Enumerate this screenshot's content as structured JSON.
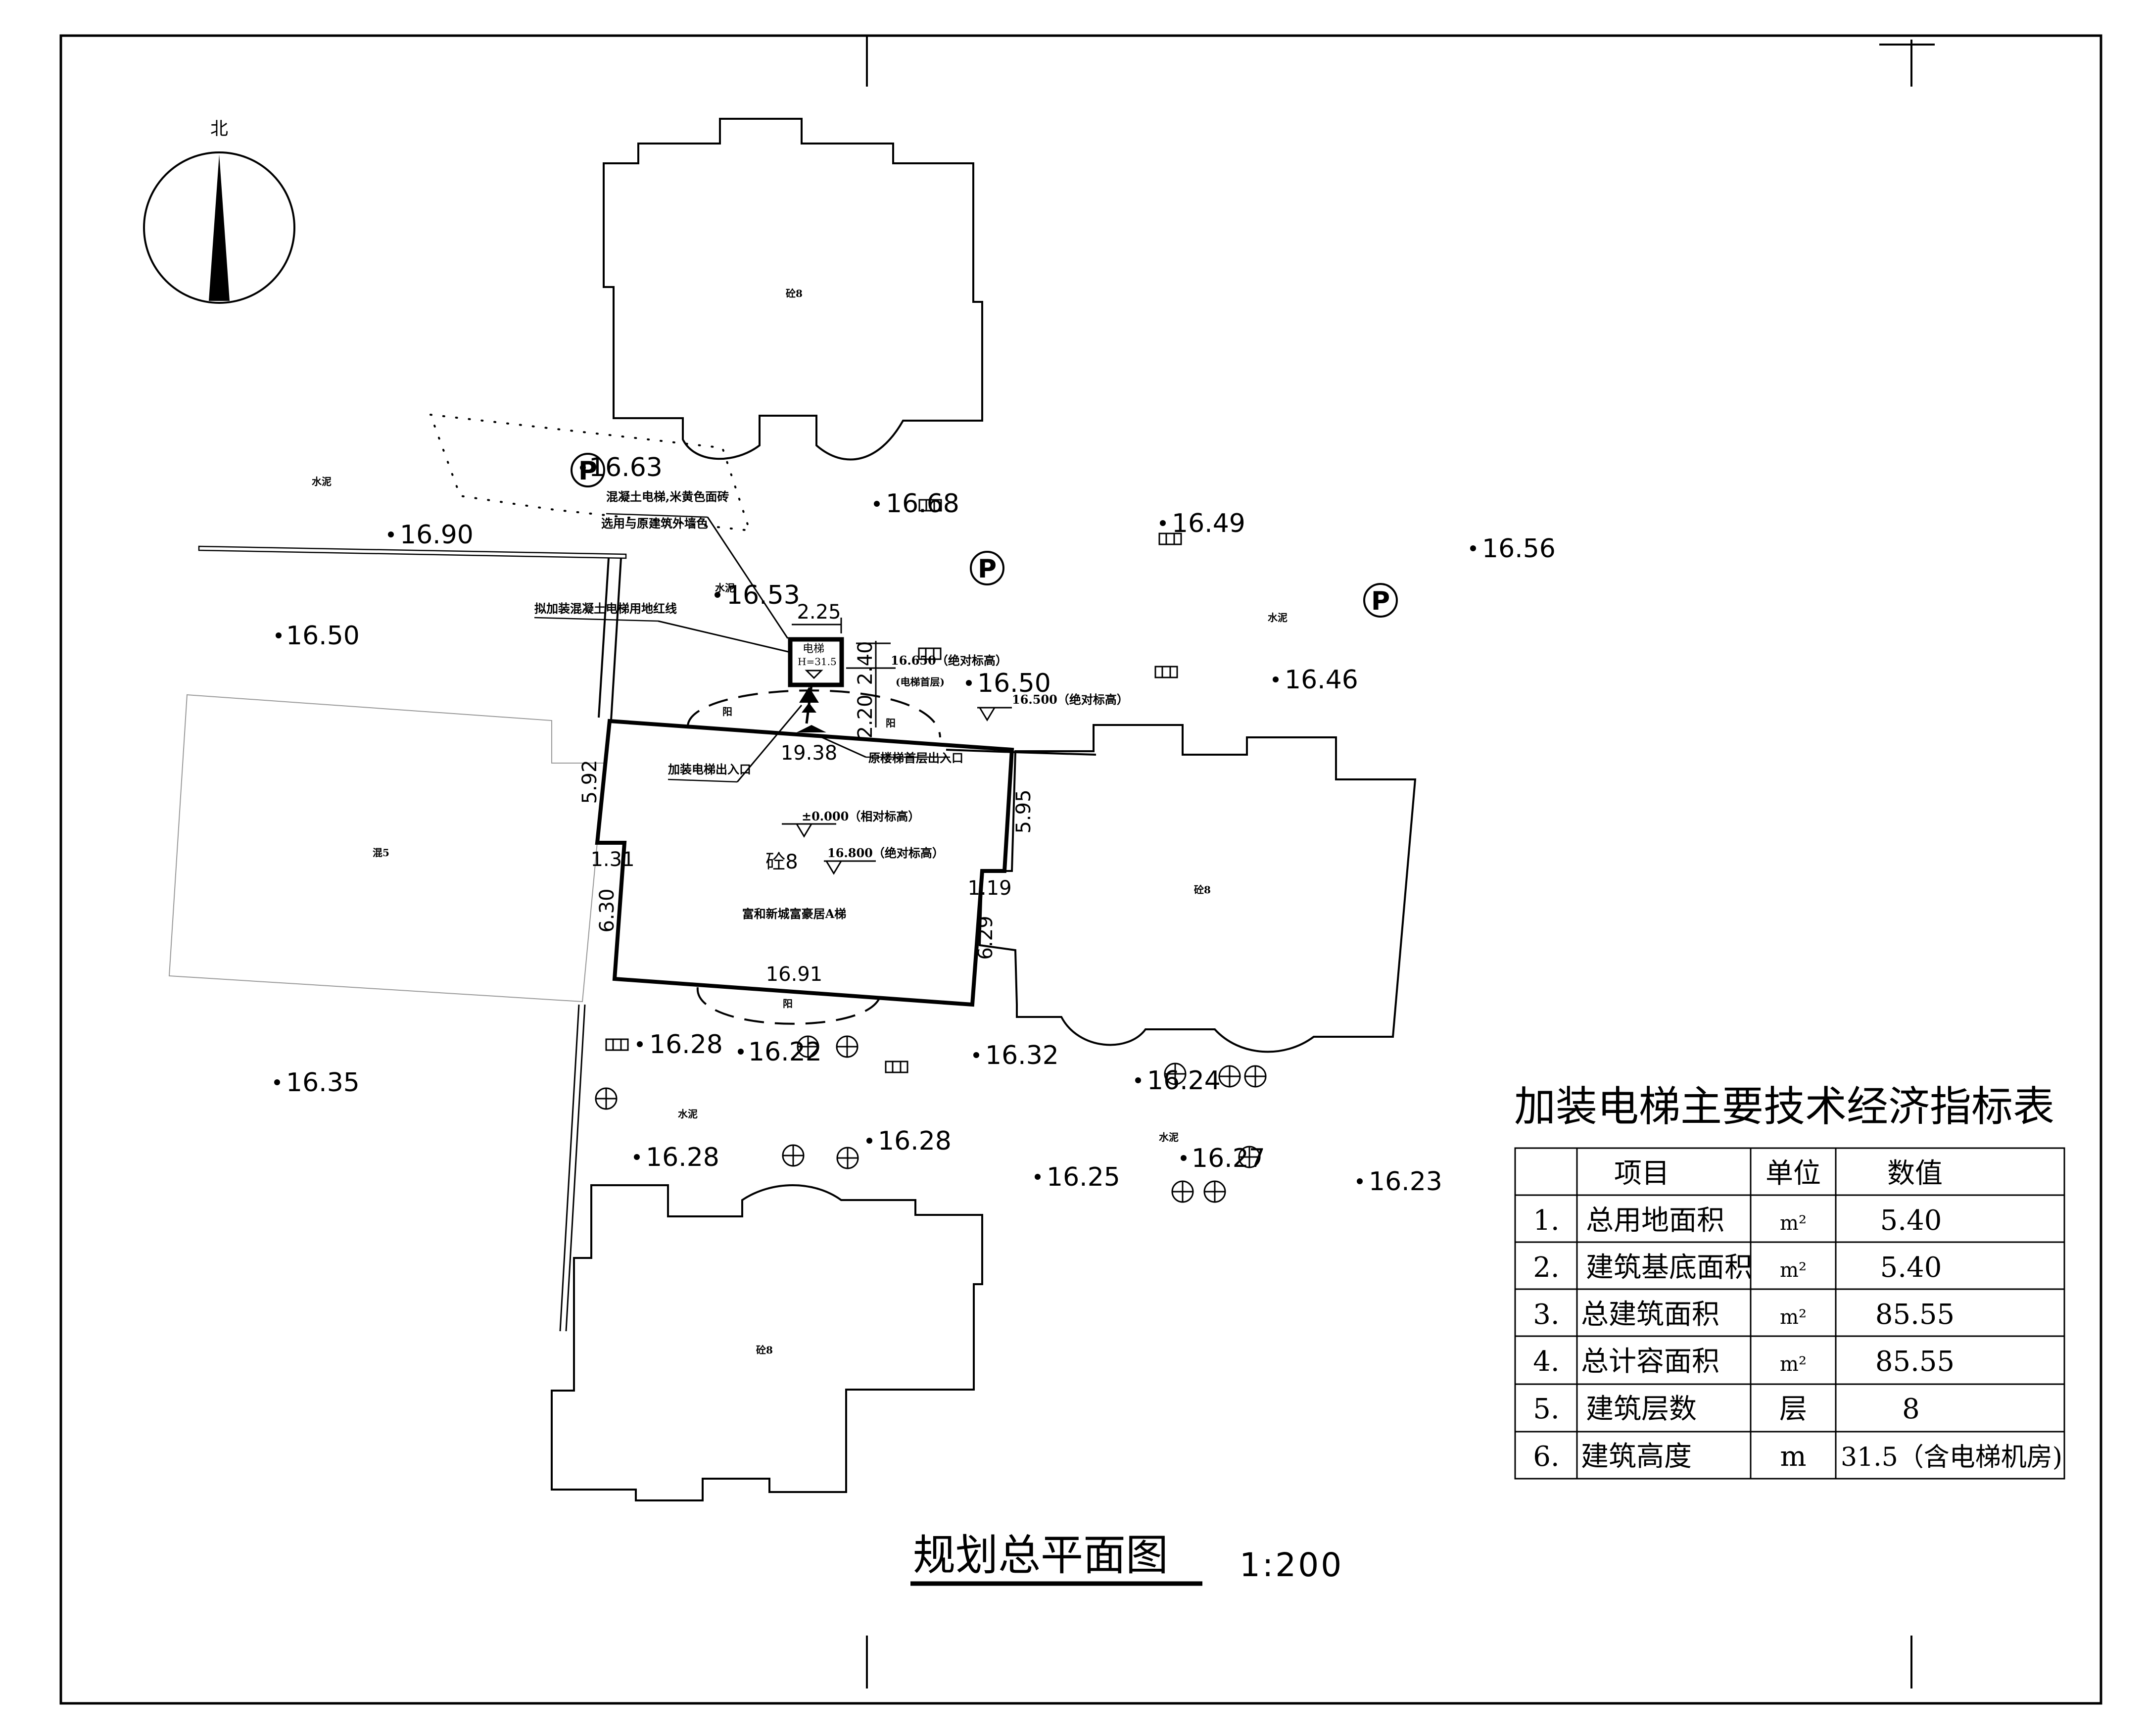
{
  "north_label": "北",
  "drawing_title": "规划总平面图",
  "drawing_scale": "1:200",
  "buildings": {
    "north": "砼8",
    "main": "砼8",
    "east": "砼8",
    "south": "砼8",
    "west": "混5"
  },
  "main_building_name": "富和新城富豪居A梯",
  "elevator": {
    "label": "电梯",
    "height": "H=31.5"
  },
  "annotations": {
    "elevator_material": "混凝土电梯,米黄色面砖",
    "elevator_color_note": "选用与原建筑外墙色",
    "red_line": "拟加装混凝土电梯用地红线",
    "elevator_entrance": "加装电梯出入口",
    "stair_entrance": "原楼梯首层出入口",
    "rel_level": "±0.000（相对标高）",
    "abs_level_main": "16.800（绝对标高）",
    "abs_level_pit": "16.650（绝对标高）",
    "pit_label": "(电梯首层)",
    "abs_level_ground": "16.500（绝对标高）",
    "cement_1": "水泥",
    "cement_2": "水泥",
    "cement_3": "水泥",
    "cement_4": "水泥",
    "cement_5": "水泥",
    "balcony_1": "阳",
    "balcony_2": "阳",
    "balcony_3": "阳"
  },
  "dimensions": {
    "elev_width": "2.25",
    "elev_depth": "2.40",
    "elev_gap": "2.20",
    "top": "19.38",
    "bottom": "16.91",
    "left_upper": "5.92",
    "left_step": "1.31",
    "left_lower": "6.30",
    "right_upper": "5.95",
    "right_step": "1.19",
    "right_lower": "6.29"
  },
  "elevations": [
    "16.63",
    "16.68",
    "16.49",
    "16.56",
    "16.90",
    "16.53",
    "16.50",
    "16.50",
    "16.46",
    "16.35",
    "16.28",
    "16.22",
    "16.32",
    "16.24",
    "16.28",
    "16.28",
    "16.25",
    "16.27",
    "16.23"
  ],
  "parking_symbol": "P",
  "table": {
    "title": "加装电梯主要技术经济指标表",
    "headers": [
      "",
      "项目",
      "单位",
      "数值"
    ],
    "rows": [
      [
        "1.",
        "总用地面积",
        "m²",
        "5.40"
      ],
      [
        "2.",
        "建筑基底面积",
        "m²",
        "5.40"
      ],
      [
        "3.",
        "总建筑面积",
        "m²",
        "85.55"
      ],
      [
        "4.",
        "总计容面积",
        "m²",
        "85.55"
      ],
      [
        "5.",
        "建筑层数",
        "层",
        "8"
      ],
      [
        "6.",
        "建筑高度",
        "m",
        "31.5（含电梯机房)"
      ]
    ]
  }
}
